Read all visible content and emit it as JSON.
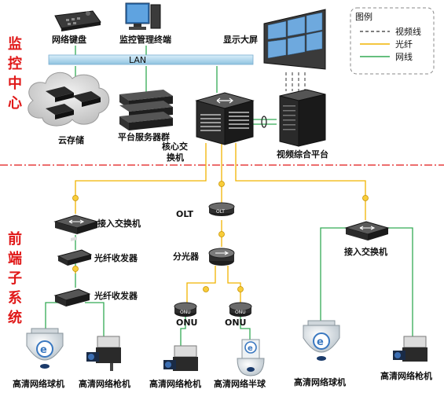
{
  "sections": {
    "top": [
      "监",
      "控",
      "中",
      "心"
    ],
    "bottom": [
      "前",
      "端",
      "子",
      "系",
      "统"
    ]
  },
  "legend": {
    "title": "图例",
    "items": [
      {
        "label": "视频线",
        "color": "#555555",
        "style": "dashed"
      },
      {
        "label": "光纤",
        "color": "#f0b400",
        "style": "solid"
      },
      {
        "label": "网线",
        "color": "#33aa55",
        "style": "solid"
      }
    ]
  },
  "bus_label": "LAN",
  "devices": {
    "keyboard": "网络键盘",
    "terminal": "监控管理终端",
    "video_wall": "显示大屏",
    "cloud_storage": "云存储",
    "server_group": "平台服务器群",
    "core_switch": "核心交换机",
    "core_switch_line2": "换机",
    "core_switch_line1": "核心交",
    "video_platform": "视频综合平台",
    "access_switch_left": "接入交换机",
    "fiber_tx_1": "光纤收发器",
    "fiber_tx_2": "光纤收发器",
    "olt": "OLT",
    "olt_badge": "OLT",
    "splitter": "分光器",
    "onu_1": "ONU",
    "onu_2": "ONU",
    "onu_badge_1": "ONU",
    "onu_badge_2": "ONU",
    "access_switch_right": "接入交换机"
  },
  "cameras": [
    "高清网络球机",
    "高清网络枪机",
    "高清网络枪机",
    "高清网络半球",
    "高清网络球机",
    "高清网络枪机"
  ],
  "colors": {
    "fiber": "#f0b400",
    "lan": "#33aa55",
    "video": "#555555",
    "divider": "#e01818",
    "bus": "#a9d2ea"
  }
}
